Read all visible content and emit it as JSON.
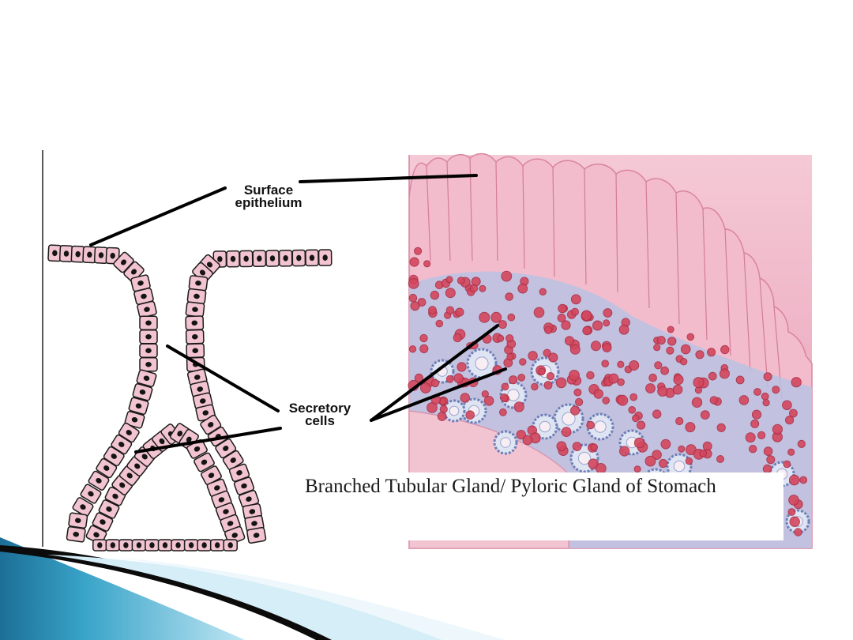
{
  "labels": {
    "surface_epithelium": [
      "Surface",
      "epithelium"
    ],
    "secretory_cells": [
      "Secretory",
      "cells"
    ]
  },
  "caption": "Branched Tubular Gland/ Pyloric Gland of Stomach",
  "colors": {
    "cell_fill": "#f2c3d0",
    "cell_border": "#1a1a1a",
    "nucleus": "#151515",
    "tissue_pink": "#f0b8c8",
    "tissue_deep": "#e38aa6",
    "secretory_red": "#d4475e",
    "gland_blue": "#6e7fb8",
    "leader_line": "#000000",
    "wave_dark": "#0b0b0b",
    "wave_blue": "#2a8fb5",
    "wave_light": "#9fd6ea"
  }
}
